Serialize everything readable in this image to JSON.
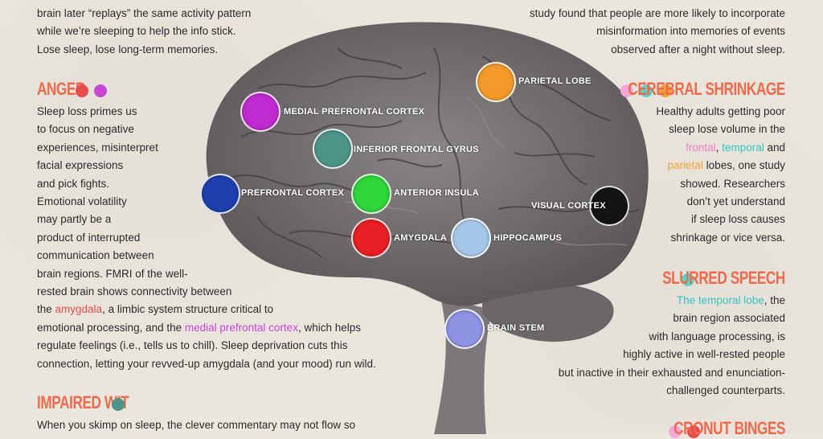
{
  "sections": {
    "memory_tail": {
      "lines": [
        "brain later “replays” the same activity pattern",
        "while we’re sleeping to help the info stick.",
        "Lose sleep, lose long-term memories."
      ]
    },
    "misinformation_tail": {
      "lines": [
        "study found that people are more likely to incorporate",
        "misinformation into memories of events",
        "observed after a night without sleep."
      ]
    },
    "anger": {
      "title": "ANGER",
      "lines_pre": [
        "Sleep loss primes us",
        "to focus on negative",
        "experiences, misinterpret",
        "facial expressions",
        "and pick fights.",
        "Emotional volatility",
        "may partly be a",
        "product of interrupted",
        "communication between",
        "brain regions. FMRI of the well-",
        "rested brain shows connectivity between"
      ],
      "l12_a": "the ",
      "l12_hl": "amygdala",
      "l12_b": ", a limbic system structure critical to",
      "l13_a": "emotional processing, and the ",
      "l13_hl": "medial prefrontal cortex",
      "l13_b": ", which helps",
      "lines_post": [
        "regulate feelings (i.e., tells us to chill). Sleep deprivation cuts this",
        "connection, letting your revved-up amygdala (and your mood) run wild."
      ]
    },
    "impaired_wit": {
      "title": "IMPAIRED WIT",
      "lines": [
        "When you skimp on sleep, the clever commentary may not flow so"
      ]
    },
    "cerebral_shrinkage": {
      "title": "CEREBRAL SHRINKAGE",
      "l1": "Healthy adults getting poor",
      "l2": "sleep lose volume in the",
      "l3_hl1": "frontal",
      "l3_sep": ", ",
      "l3_hl2": "temporal",
      "l3_b": " and",
      "l4_hl": "parietal",
      "l4_b": " lobes, one study",
      "l5": "showed. Researchers",
      "l6": "don’t yet understand",
      "l7": "if sleep loss causes",
      "l8": "shrinkage or vice versa."
    },
    "slurred_speech": {
      "title": "SLURRED SPEECH",
      "l1_hl": "The temporal lobe",
      "l1_b": ", the",
      "l2": "brain region associated",
      "l3": "with language processing, is",
      "l4": "highly active in well-rested people",
      "l5": "but inactive in their exhausted and enunciation-",
      "l6": "challenged counterparts."
    },
    "cronut_binges": {
      "title": "CRONUT BINGES"
    }
  },
  "brain_regions": [
    {
      "key": "medial",
      "label": "MEDIAL PREFRONTAL CORTEX",
      "color": "#c02bd0"
    },
    {
      "key": "parietal",
      "label": "PARIETAL LOBE",
      "color": "#f39a2a"
    },
    {
      "key": "inferior",
      "label": "INFERIOR FRONTAL GYRUS",
      "color": "#4d9488"
    },
    {
      "key": "prefrontal",
      "label": "PREFRONTAL CORTEX",
      "color": "#1e3fae"
    },
    {
      "key": "insula",
      "label": "ANTERIOR INSULA",
      "color": "#2ed63a"
    },
    {
      "key": "visual",
      "label": "VISUAL CORTEX",
      "color": "#141414"
    },
    {
      "key": "amygdala",
      "label": "AMYGDALA",
      "color": "#e81f24"
    },
    {
      "key": "hippocampus",
      "label": "HIPPOCAMPUS",
      "color": "#a5c8ea"
    },
    {
      "key": "brainstem",
      "label": "BRAIN STEM",
      "color": "#8e93e3"
    }
  ],
  "colors": {
    "heading": "#ef6a4c",
    "red": "#e94b4b",
    "purple": "#c845d6",
    "pink": "#f07fc4",
    "teal": "#34c3c0",
    "orange": "#f3a235",
    "brain_fill": "#6e6a6c"
  }
}
